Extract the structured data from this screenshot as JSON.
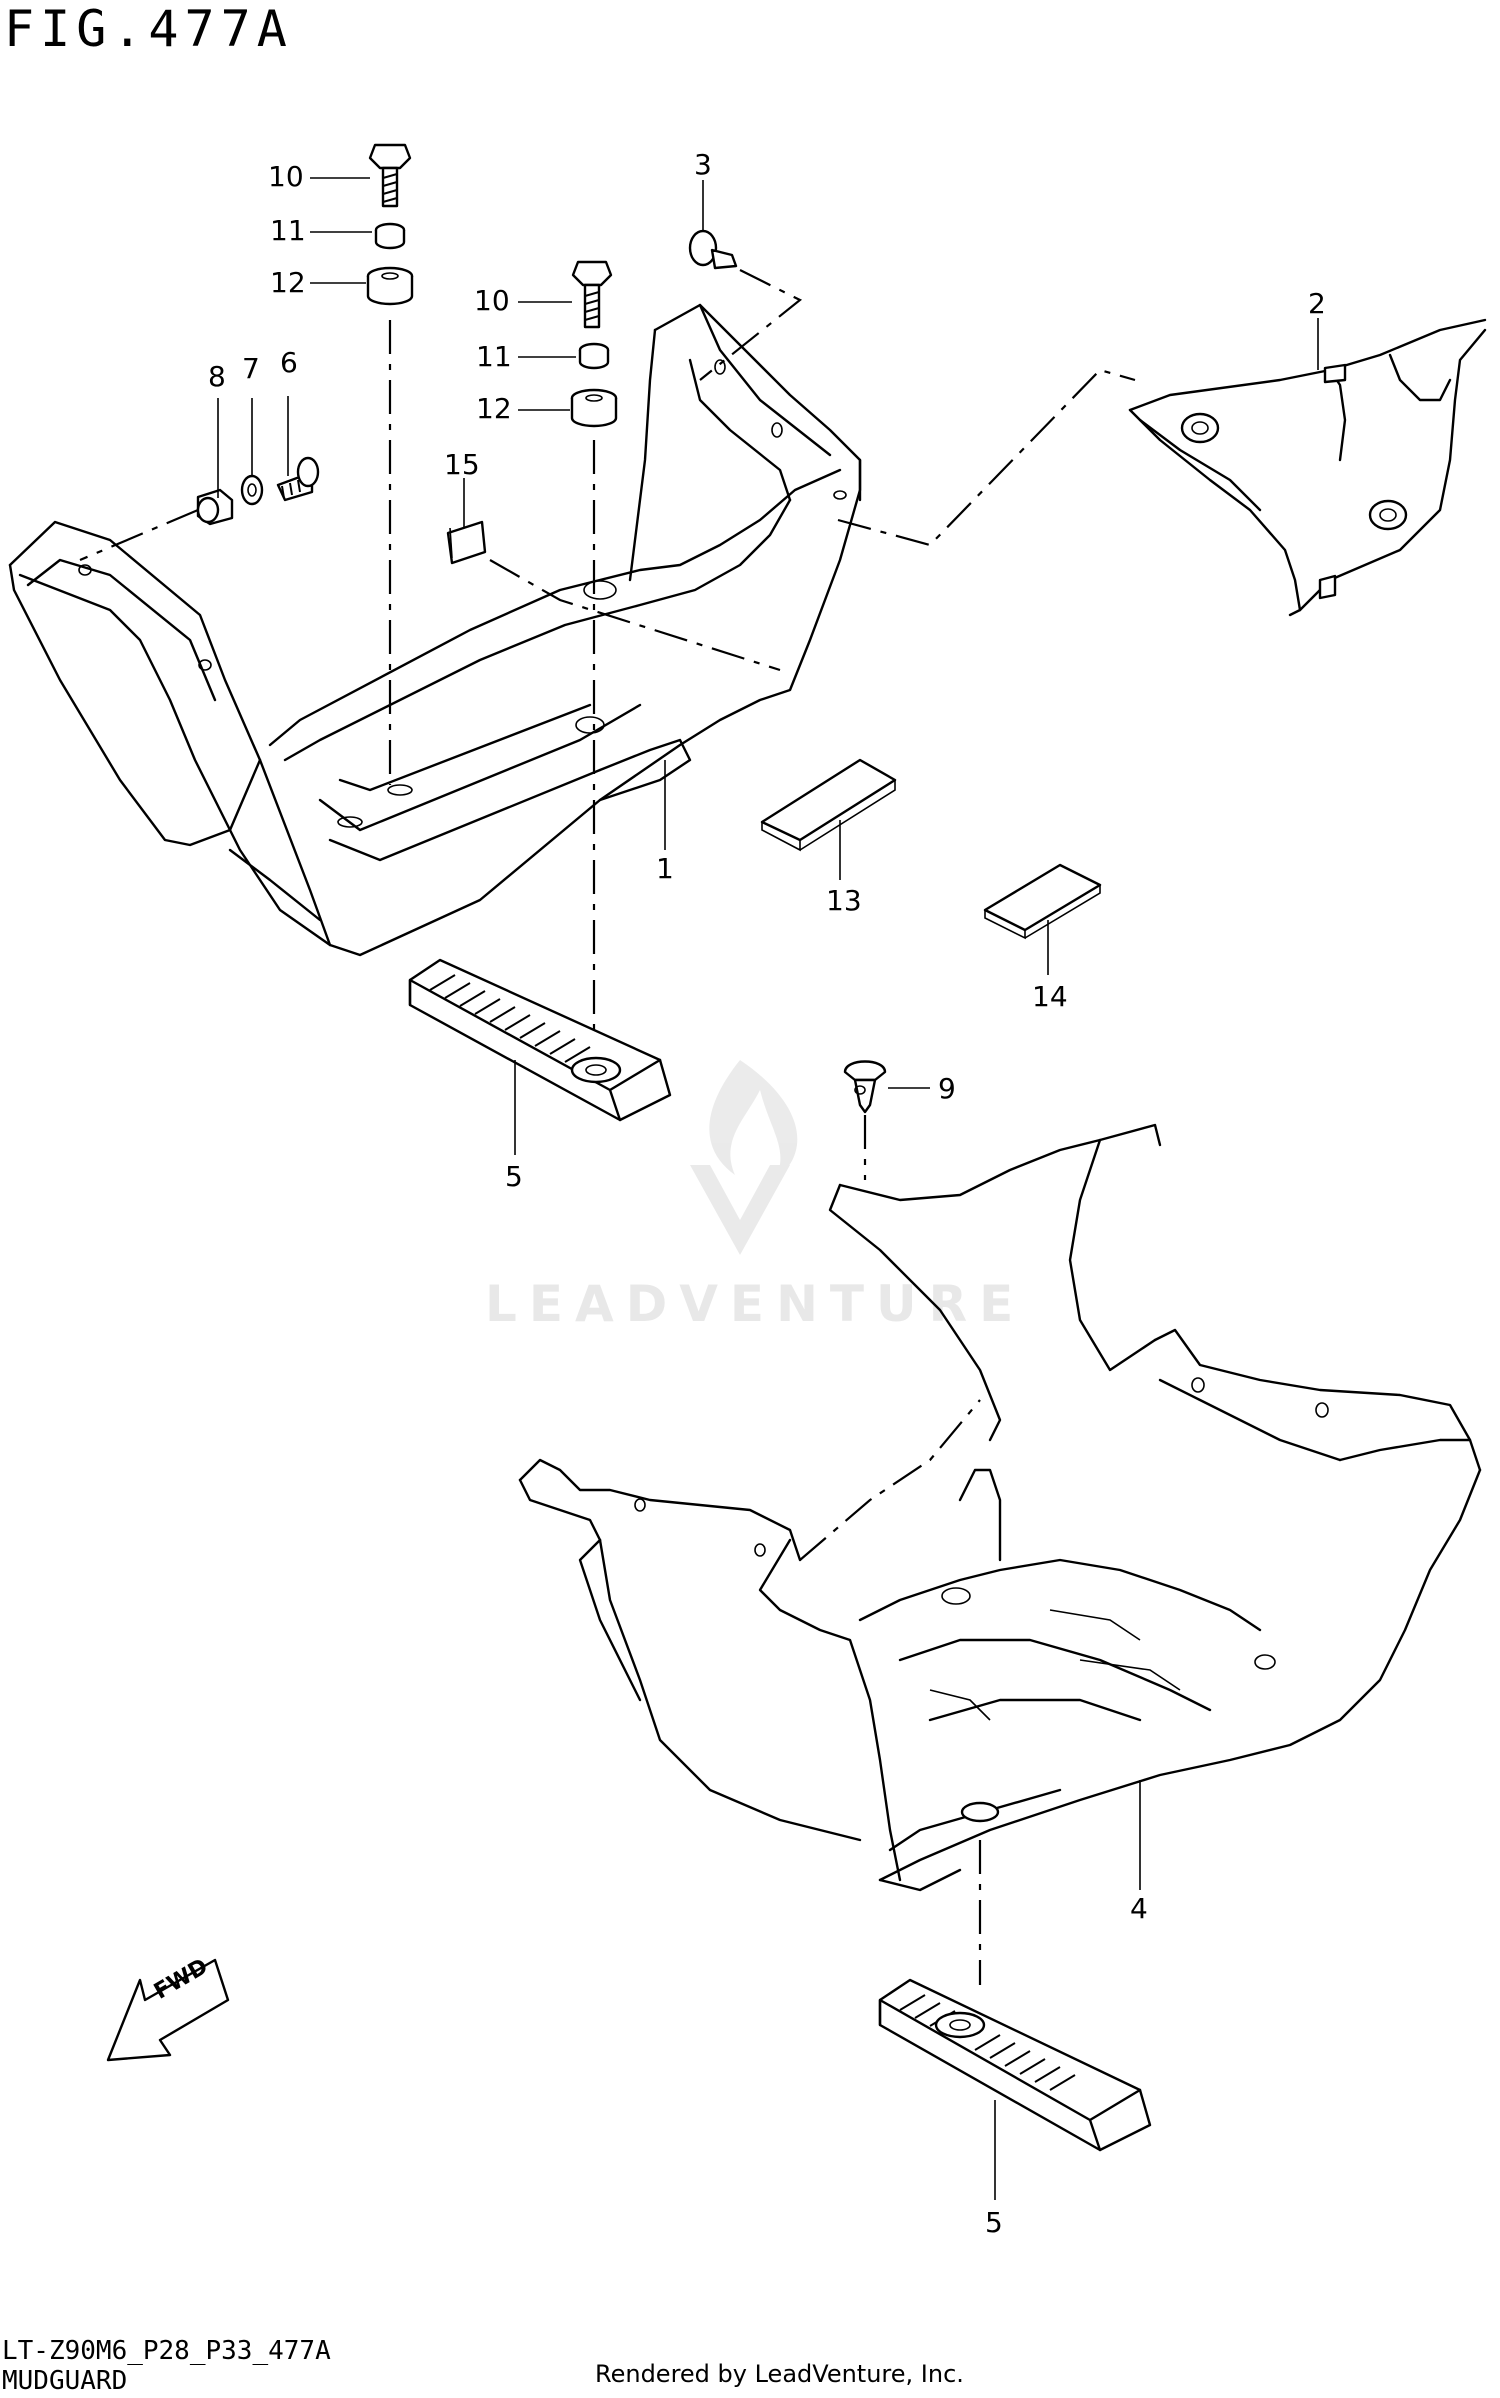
{
  "figure": {
    "title": "FIG.477A",
    "code": "LT-Z90M6_P28_P33_477A",
    "name": "MUDGUARD",
    "credit": "Rendered by LeadVenture, Inc.",
    "watermark": "LEADVENTURE",
    "fwd_label": "FWD"
  },
  "callouts": [
    {
      "id": "c10a",
      "text": "10"
    },
    {
      "id": "c11a",
      "text": "11"
    },
    {
      "id": "c12a",
      "text": "12"
    },
    {
      "id": "c10b",
      "text": "10"
    },
    {
      "id": "c11b",
      "text": "11"
    },
    {
      "id": "c12b",
      "text": "12"
    },
    {
      "id": "c3",
      "text": "3"
    },
    {
      "id": "c2",
      "text": "2"
    },
    {
      "id": "c8",
      "text": "8"
    },
    {
      "id": "c7",
      "text": "7"
    },
    {
      "id": "c6",
      "text": "6"
    },
    {
      "id": "c15",
      "text": "15"
    },
    {
      "id": "c1",
      "text": "1"
    },
    {
      "id": "c13",
      "text": "13"
    },
    {
      "id": "c14",
      "text": "14"
    },
    {
      "id": "c5a",
      "text": "5"
    },
    {
      "id": "c9",
      "text": "9"
    },
    {
      "id": "c4",
      "text": "4"
    },
    {
      "id": "c5b",
      "text": "5"
    }
  ]
}
